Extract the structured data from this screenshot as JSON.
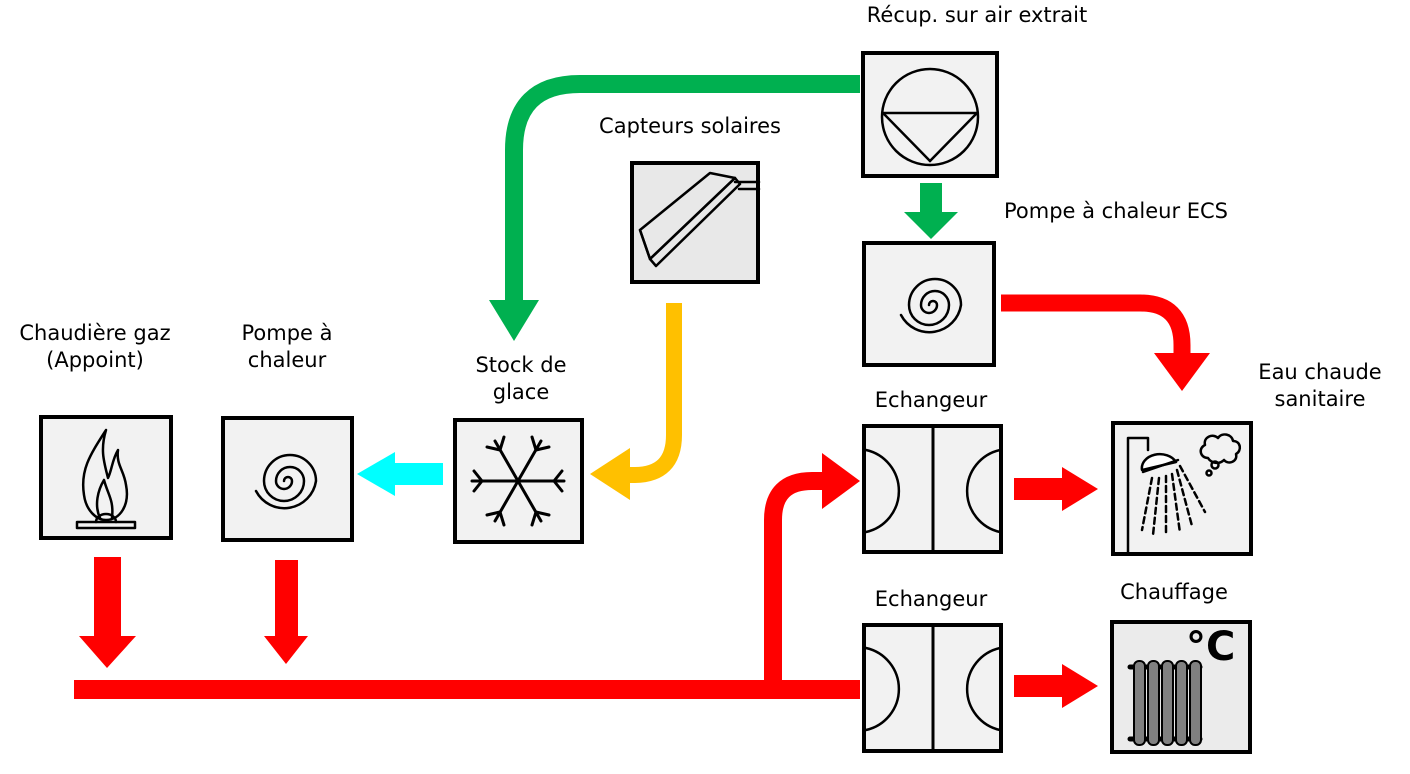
{
  "colors": {
    "hot": "#ff0000",
    "recovery": "#00b050",
    "solar": "#ffc000",
    "cold": "#00ffff"
  },
  "labels": {
    "recup": "Récup. sur air extrait",
    "capteurs": "Capteurs  solaires",
    "pac_ecs": "Pompe à chaleur ECS",
    "chaudiere_1": "Chaudière gaz",
    "chaudiere_2": "(Appoint)",
    "pac_1": "Pompe à",
    "pac_2": "chaleur",
    "stock_1": "Stock de",
    "stock_2": "glace",
    "echangeur_top": "Echangeur",
    "echangeur_bottom": "Echangeur",
    "ecs_1": "Eau chaude",
    "ecs_2": "sanitaire",
    "chauffage": "Chauffage",
    "celsius": "°C"
  },
  "icons": {
    "recup": "air-recovery-fan-icon",
    "capteurs": "solar-collector-icon",
    "pac_ecs": "spiral-icon",
    "chaudiere": "gas-flame-icon",
    "pac": "spiral-icon",
    "stock": "snowflake-icon",
    "echangeur": "heat-exchanger-icon",
    "ecs": "shower-icon",
    "chauffage": "radiator-icon"
  }
}
